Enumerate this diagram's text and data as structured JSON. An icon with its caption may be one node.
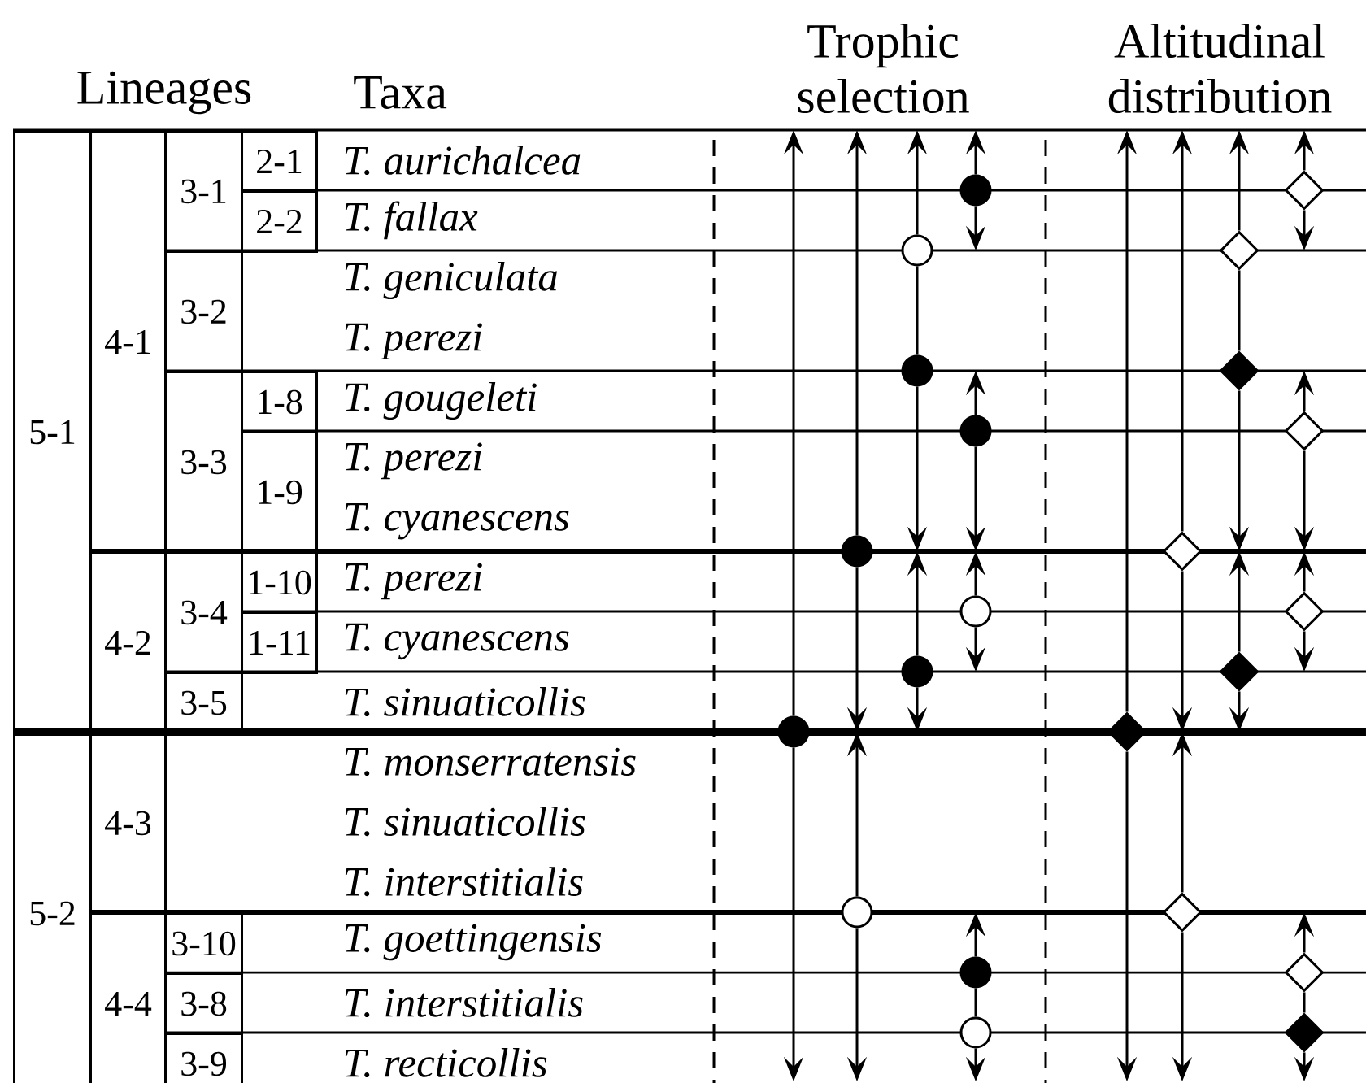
{
  "diagram": {
    "nodes": [
      {
        "text": [
          "5-1"
        ]
      },
      {
        "text": [
          "4-1"
        ]
      },
      {
        "text": [
          "3-1"
        ]
      },
      {
        "text": [
          "2-1"
        ]
      },
      {
        "text": [
          "T. aurichalcea"
        ]
      },
      {
        "text": [
          "2-2"
        ]
      },
      {
        "text": [
          "T. fallax"
        ]
      },
      {
        "text": [
          "3-2"
        ]
      },
      {
        "text": [
          "T. geniculata",
          "T. perezi"
        ]
      },
      {
        "text": [
          "3-3"
        ]
      },
      {
        "text": [
          "1-8"
        ]
      },
      {
        "text": [
          "T. gougeleti"
        ]
      },
      {
        "text": [
          "1-9"
        ]
      },
      {
        "text": [
          "T. perezi",
          "T. cyanescens"
        ]
      },
      {
        "text": [
          "4-2"
        ]
      },
      {
        "text": [
          "3-4"
        ]
      },
      {
        "text": [
          "1-10"
        ]
      },
      {
        "text": [
          "T. perezi"
        ]
      },
      {
        "text": [
          "1-11"
        ]
      },
      {
        "text": [
          "T. cyanescens"
        ]
      },
      {
        "text": [
          "3-5"
        ]
      },
      {
        "text": [
          "T. sinuaticollis"
        ]
      },
      {
        "text": [
          "5-2"
        ]
      },
      {
        "text": [
          "4-3"
        ]
      },
      {
        "text": [
          "T. monserratensis",
          "T. sinuaticollis",
          "T. interstitialis"
        ]
      },
      {
        "text": [
          "4-4"
        ]
      },
      {
        "text": [
          "3-10"
        ]
      },
      {
        "text": [
          "T. goettingensis"
        ]
      },
      {
        "text": [
          "3-8"
        ]
      },
      {
        "text": [
          "T. interstitialis"
        ]
      },
      {
        "text": [
          "3-9"
        ]
      },
      {
        "text": [
          "T. recticollis"
        ]
      },
      {
        "text": [],
        "shape": "filled-circle"
      },
      {
        "text": [],
        "shape": "diamond"
      },
      {
        "text": [],
        "shape": "circle"
      },
      {
        "text": [],
        "shape": "diamond"
      },
      {
        "text": [],
        "shape": "filled-circle"
      },
      {
        "text": [],
        "shape": "filled-diamond"
      },
      {
        "text": [],
        "shape": "filled-circle"
      },
      {
        "text": [],
        "shape": "diamond"
      },
      {
        "text": [],
        "shape": "filled-circle"
      },
      {
        "text": [],
        "shape": "diamond"
      },
      {
        "text": [],
        "shape": "circle"
      },
      {
        "text": [],
        "shape": "diamond"
      },
      {
        "text": [],
        "shape": "filled-circle"
      },
      {
        "text": [],
        "shape": "filled-diamond"
      },
      {
        "text": [],
        "shape": "filled-circle"
      },
      {
        "text": [],
        "shape": "filled-diamond"
      },
      {
        "text": [],
        "shape": "circle"
      },
      {
        "text": [],
        "shape": "diamond"
      },
      {
        "text": [],
        "shape": "filled-circle"
      },
      {
        "text": [],
        "shape": "diamond"
      },
      {
        "text": [],
        "shape": "circle"
      },
      {
        "text": [],
        "shape": "filled-diamond"
      }
    ],
    "edges": [
      {
        "from": 32,
        "to": null,
        "arrow": "to"
      },
      {
        "from": 32,
        "to": null,
        "arrow": "to"
      },
      {
        "from": 33,
        "to": null,
        "arrow": "to"
      },
      {
        "from": 33,
        "to": null,
        "arrow": "to"
      },
      {
        "from": 34,
        "to": null,
        "arrow": "to"
      },
      {
        "from": 34,
        "to": 36,
        "arrow": "none"
      },
      {
        "from": 35,
        "to": null,
        "arrow": "to"
      },
      {
        "from": 35,
        "to": 37,
        "arrow": "none"
      },
      {
        "from": 36,
        "to": null,
        "arrow": "to"
      },
      {
        "from": 37,
        "to": null,
        "arrow": "to"
      },
      {
        "from": 38,
        "to": null,
        "arrow": "to"
      },
      {
        "from": 38,
        "to": null,
        "arrow": "to"
      },
      {
        "from": 39,
        "to": null,
        "arrow": "to"
      },
      {
        "from": 39,
        "to": null,
        "arrow": "to"
      },
      {
        "from": 40,
        "to": null,
        "arrow": "to"
      },
      {
        "from": 40,
        "to": null,
        "arrow": "to"
      },
      {
        "from": 41,
        "to": null,
        "arrow": "to"
      },
      {
        "from": 41,
        "to": null,
        "arrow": "to"
      },
      {
        "from": 42,
        "to": null,
        "arrow": "to"
      },
      {
        "from": 42,
        "to": null,
        "arrow": "to"
      },
      {
        "from": 43,
        "to": null,
        "arrow": "to"
      },
      {
        "from": 43,
        "to": null,
        "arrow": "to"
      },
      {
        "from": 44,
        "to": null,
        "arrow": "to"
      },
      {
        "from": 44,
        "to": null,
        "arrow": "to"
      },
      {
        "from": 45,
        "to": null,
        "arrow": "to"
      },
      {
        "from": 45,
        "to": null,
        "arrow": "to"
      },
      {
        "from": 46,
        "to": null,
        "arrow": "to"
      },
      {
        "from": 46,
        "to": null,
        "arrow": "to"
      },
      {
        "from": 47,
        "to": null,
        "arrow": "to"
      },
      {
        "from": 47,
        "to": null,
        "arrow": "to"
      },
      {
        "from": 48,
        "to": null,
        "arrow": "to"
      },
      {
        "from": 48,
        "to": null,
        "arrow": "to"
      },
      {
        "from": 49,
        "to": null,
        "arrow": "to"
      },
      {
        "from": 49,
        "to": null,
        "arrow": "to"
      },
      {
        "from": 50,
        "to": null,
        "arrow": "to"
      },
      {
        "from": 50,
        "to": 52,
        "arrow": "none"
      },
      {
        "from": 51,
        "to": null,
        "arrow": "to"
      },
      {
        "from": 51,
        "to": 53,
        "arrow": "none"
      },
      {
        "from": 52,
        "to": null,
        "arrow": "to"
      },
      {
        "from": 53,
        "to": null,
        "arrow": "to"
      }
    ],
    "labels": [
      "Lineages",
      "Taxa",
      "Trophic selection",
      "Altitudinal distribution"
    ]
  }
}
